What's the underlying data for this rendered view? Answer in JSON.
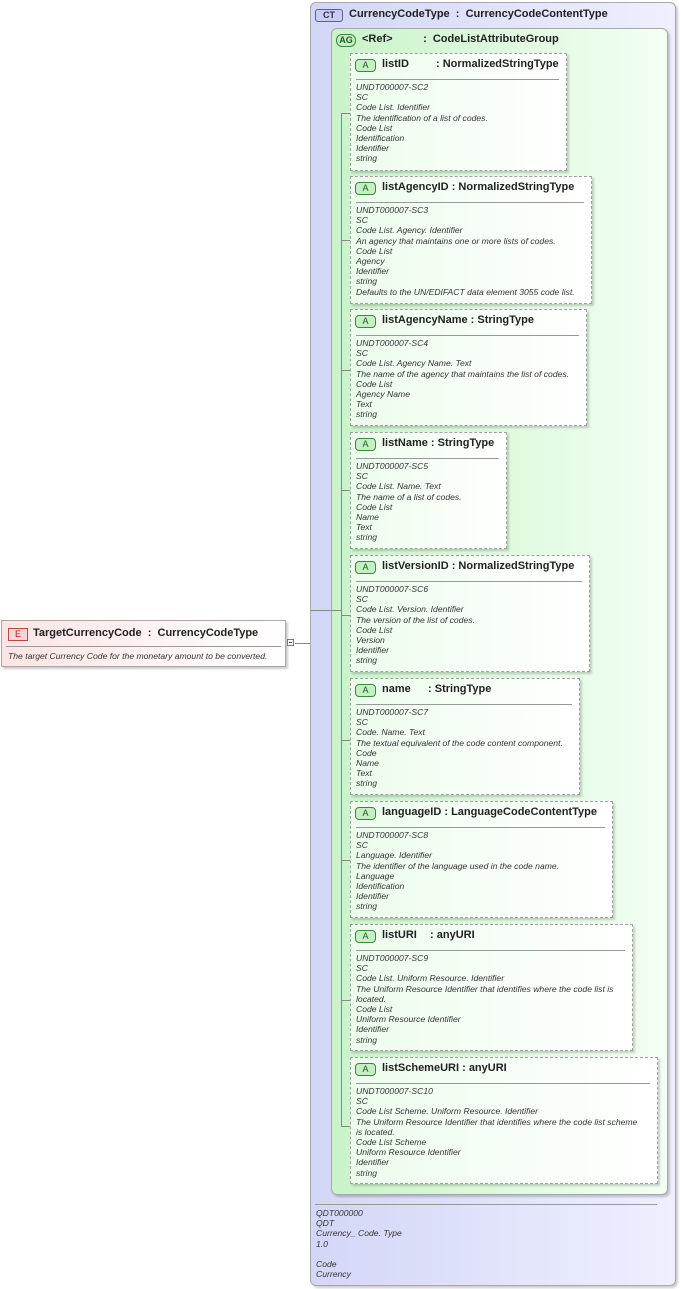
{
  "element": {
    "badge": "E",
    "name": "TargetCurrencyCode",
    "type": "CurrencyCodeType",
    "documentation": "The target Currency Code for the monetary amount to be converted."
  },
  "complex_type": {
    "badge": "CT",
    "name": "CurrencyCodeType",
    "base": "CurrencyCodeContentType",
    "documentation": [
      "QDT000000",
      "QDT",
      "Currency_ Code. Type",
      "1.0",
      "",
      "Code",
      "Currency"
    ]
  },
  "attribute_group": {
    "badge": "AG",
    "name": "<Ref>",
    "type": "CodeListAttributeGroup"
  },
  "attributes": [
    {
      "badge": "A",
      "name": "listID",
      "type": "NormalizedStringType",
      "docs": [
        "UNDT000007-SC2",
        "SC",
        "Code List. Identifier",
        "The identification of a list of codes.",
        "Code List",
        "Identification",
        "Identifier",
        "string"
      ]
    },
    {
      "badge": "A",
      "name": "listAgencyID",
      "type": "NormalizedStringType",
      "docs": [
        "UNDT000007-SC3",
        "SC",
        "Code List. Agency. Identifier",
        "An agency that maintains one or more lists of codes.",
        "Code List",
        "Agency",
        "Identifier",
        "string",
        "Defaults to the UN/EDIFACT data element 3055 code list."
      ]
    },
    {
      "badge": "A",
      "name": "listAgencyName",
      "type": "StringType",
      "docs": [
        "UNDT000007-SC4",
        "SC",
        "Code List. Agency Name. Text",
        "The name of the agency that maintains the list of codes.",
        "Code List",
        "Agency Name",
        "Text",
        "string"
      ]
    },
    {
      "badge": "A",
      "name": "listName",
      "type": "StringType",
      "docs": [
        "UNDT000007-SC5",
        "SC",
        "Code List. Name. Text",
        "The name of a list of codes.",
        "Code List",
        "Name",
        "Text",
        "string"
      ]
    },
    {
      "badge": "A",
      "name": "listVersionID",
      "type": "NormalizedStringType",
      "docs": [
        "UNDT000007-SC6",
        "SC",
        "Code List. Version. Identifier",
        "The version of the list of codes.",
        "Code List",
        "Version",
        "Identifier",
        "string"
      ]
    },
    {
      "badge": "A",
      "name": "name",
      "type": "StringType",
      "docs": [
        "UNDT000007-SC7",
        "SC",
        "Code. Name. Text",
        "The textual equivalent of the code content component.",
        "Code",
        "Name",
        "Text",
        "string"
      ]
    },
    {
      "badge": "A",
      "name": "languageID",
      "type": "LanguageCodeContentType",
      "docs": [
        "UNDT000007-SC8",
        "SC",
        "Language. Identifier",
        "The identifier of the language used in the code name.",
        "Language",
        "Identification",
        "Identifier",
        "string"
      ]
    },
    {
      "badge": "A",
      "name": "listURI",
      "type": "anyURI",
      "docs": [
        "UNDT000007-SC9",
        "SC",
        "Code List. Uniform Resource. Identifier",
        "The Uniform Resource Identifier that identifies where the code list is",
        "located.",
        "Code List",
        "Uniform Resource Identifier",
        "Identifier",
        "string"
      ]
    },
    {
      "badge": "A",
      "name": "listSchemeURI",
      "type": "anyURI",
      "docs": [
        "UNDT000007-SC10",
        "SC",
        "Code List Scheme. Uniform Resource. Identifier",
        "The Uniform Resource Identifier that identifies where the code list scheme",
        "is located.",
        "Code List Scheme",
        "Uniform Resource Identifier",
        "Identifier",
        "string"
      ]
    }
  ],
  "colors": {
    "element_fill": "#fde9e9",
    "complex_type_fill": "#dadcf7",
    "attribute_group_fill": "#d8f7d8",
    "attribute_fill": "#ecfdec"
  }
}
